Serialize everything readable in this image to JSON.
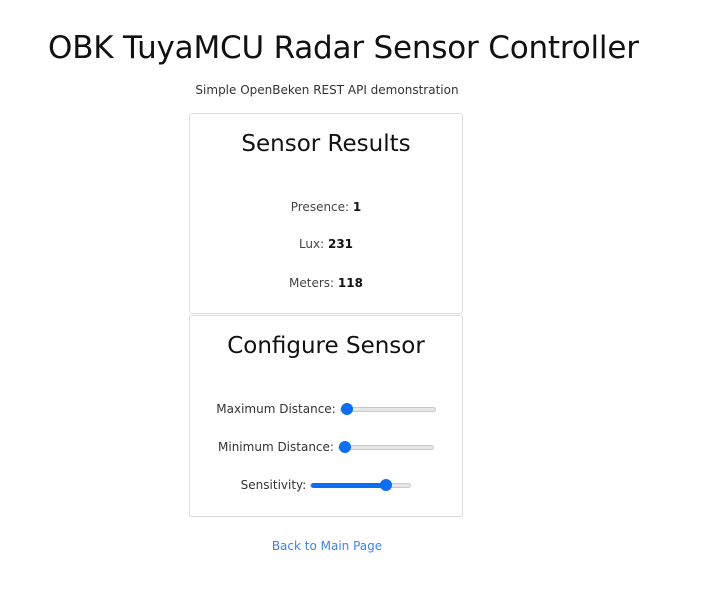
{
  "page": {
    "title": "OBK TuyaMCU Radar Sensor Controller",
    "subtitle": "Simple OpenBeken REST API demonstration"
  },
  "results": {
    "heading": "Sensor Results",
    "presence": {
      "label": "Presence: ",
      "value": "1"
    },
    "lux": {
      "label": "Lux: ",
      "value": "231"
    },
    "meters": {
      "label": "Meters: ",
      "value": "118"
    }
  },
  "config": {
    "heading": "Configure Sensor",
    "max_distance": {
      "label": "Maximum Distance:",
      "level": 0.0
    },
    "min_distance": {
      "label": "Minimum Distance:",
      "level": 0.0
    },
    "sensitivity": {
      "label": "Sensitivity:",
      "level": 0.75
    }
  },
  "footer": {
    "back_link": "Back to Main Page"
  },
  "colors": {
    "accent": "#0b6ff5",
    "link": "#3b82f6"
  }
}
